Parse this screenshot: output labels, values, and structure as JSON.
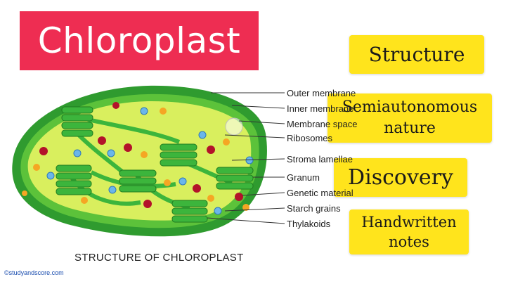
{
  "title": "Chloroplast",
  "tags": {
    "structure": "Structure",
    "semiautonomous": "Semiautonomous\nnature",
    "discovery": "Discovery",
    "notes": "Handwritten\nnotes"
  },
  "labels": {
    "outer_membrane": "Outer membrane",
    "inner_membrane": "Inner membrane",
    "membrane_space": "Membrane space",
    "ribosomes": "Ribosomes",
    "stroma_lamellae": "Stroma lamellae",
    "granum": "Granum",
    "genetic_material": "Genetic material",
    "starch_grains": "Starch grains",
    "thylakoids": "Thylakoids"
  },
  "caption": "STRUCTURE OF CHLOROPLAST",
  "credit": "©studyandscore.com",
  "colors": {
    "banner": "#ee2d52",
    "tag": "#ffe41c",
    "outer_green": "#2f9b2f",
    "stroma": "#d9ef5e",
    "granum": "#3cb53c"
  }
}
